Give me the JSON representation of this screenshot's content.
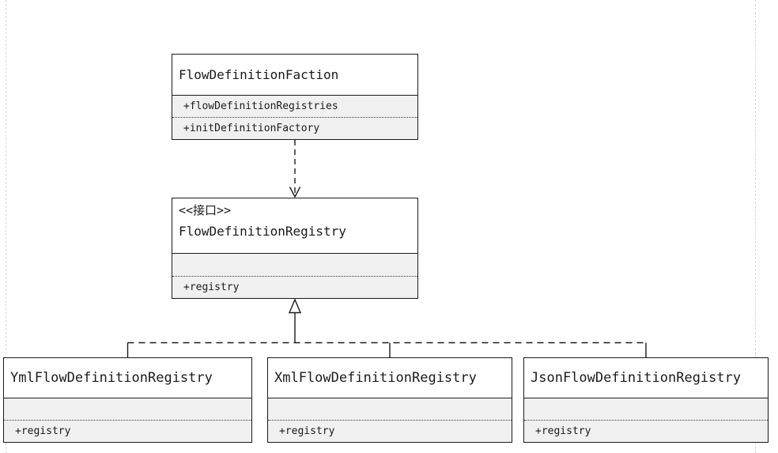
{
  "diagram": {
    "type": "uml-class-diagram",
    "colors": {
      "border": "#1b1b1b",
      "member_background": "#f0f0f0",
      "title_background": "#ffffff",
      "text": "#1b1b1b",
      "page_guide": "#d8d8d8"
    },
    "classes": {
      "faction": {
        "name": "FlowDefinitionFaction",
        "members": {
          "row1": "+flowDefinitionRegistries",
          "row2": "+initDefinitionFactory"
        }
      },
      "registry": {
        "stereotype": "<<接口>>",
        "name": "FlowDefinitionRegistry",
        "members": {
          "row1": "",
          "row2": "+registry"
        }
      },
      "yml": {
        "name": "YmlFlowDefinitionRegistry",
        "members": {
          "row1": "",
          "row2": "+registry"
        }
      },
      "xml": {
        "name": "XmlFlowDefinitionRegistry",
        "members": {
          "row1": "",
          "row2": "+registry"
        }
      },
      "json": {
        "name": "JsonFlowDefinitionRegistry",
        "members": {
          "row1": "",
          "row2": "+registry"
        }
      }
    },
    "relations": [
      {
        "type": "dependency",
        "from": "FlowDefinitionFaction",
        "to": "FlowDefinitionRegistry",
        "style": "dashed-open-arrow"
      },
      {
        "type": "realization",
        "from": "YmlFlowDefinitionRegistry",
        "to": "FlowDefinitionRegistry",
        "style": "dashed-hollow-triangle"
      },
      {
        "type": "realization",
        "from": "XmlFlowDefinitionRegistry",
        "to": "FlowDefinitionRegistry",
        "style": "dashed-hollow-triangle"
      },
      {
        "type": "realization",
        "from": "JsonFlowDefinitionRegistry",
        "to": "FlowDefinitionRegistry",
        "style": "dashed-hollow-triangle"
      }
    ]
  }
}
